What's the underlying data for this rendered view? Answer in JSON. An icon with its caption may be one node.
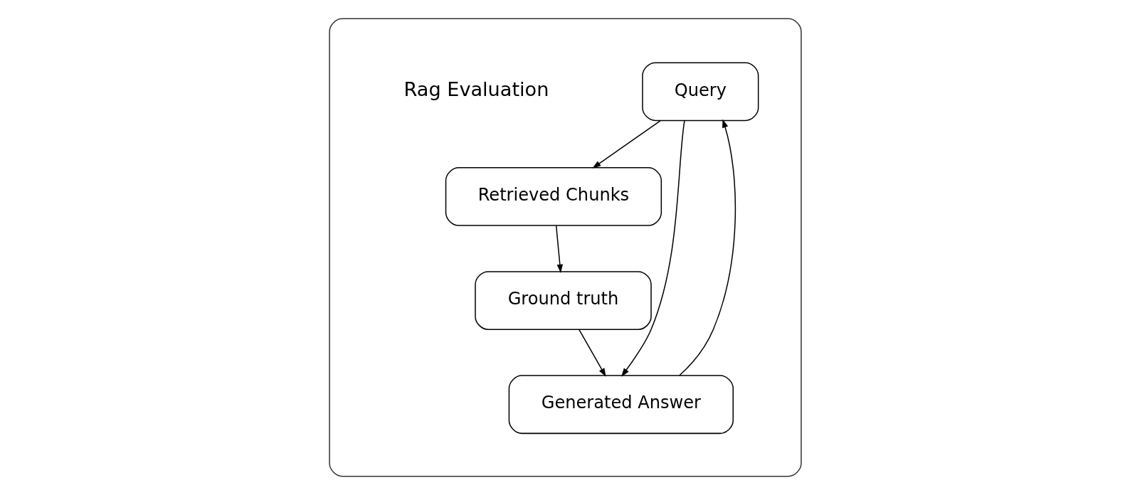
{
  "diagram": {
    "nodes": [
      {
        "text": [],
        "shape": "box"
      },
      {
        "text": [
          "Query"
        ],
        "in": 0
      },
      {
        "text": [
          "Retrieved Chunks"
        ],
        "in": 0
      },
      {
        "text": [
          "Ground truth"
        ],
        "in": 0
      },
      {
        "text": [
          "Generated Answer"
        ],
        "in": 0
      }
    ],
    "edges": [
      {
        "from": 1,
        "to": 2,
        "arrow": "to"
      },
      {
        "from": 2,
        "to": 3,
        "arrow": "to"
      },
      {
        "from": 1,
        "to": 4,
        "arrow": "to"
      },
      {
        "from": 3,
        "to": 4,
        "arrow": "to"
      },
      {
        "from": 4,
        "to": 1,
        "arrow": "to"
      }
    ],
    "labels": [
      "Rag Evaluation"
    ]
  }
}
